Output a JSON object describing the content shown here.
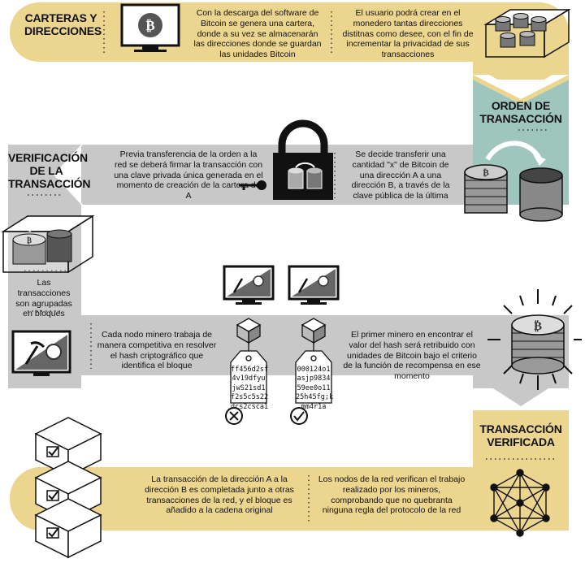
{
  "colors": {
    "yellow": "#ecd58f",
    "grey": "#c8c8c8",
    "teal": "#9ec6bd",
    "dark": "#1a1a1a"
  },
  "step1": {
    "title": "CARTERAS Y DIRECCIONES",
    "text_a": "Con la descarga del software de Bitcoin se genera una cartera, donde a su vez se almacenarán las direcciones donde se guardan las unidades Bitcoin",
    "text_b": "El usuario podrá crear en el monedero tantas direcciones distitnas como desee, con el fin de incrementar la privacidad de sus transacciones"
  },
  "step2": {
    "title": "ORDEN DE TRANSACCIÓN",
    "text_a": "Se decide transferir una cantidad \"x\" de Bitcoin de una dirección A a una dirección B, a través de la clave pública de la última",
    "text_b": "Previa transferencia de la orden a la red se deberá firmar la transacción con una clave privada única generada en el momento de creación de la cartera de A"
  },
  "step3": {
    "title": "VERIFICACIÓN DE LA TRANSACCIÓN",
    "text_a": "Las transacciones son agrupadas en bloques"
  },
  "step4": {
    "text_a": "Cada nodo minero trabaja de manera competitiva en resolver el hash criptográfico que identifica el bloque",
    "text_b": "El primer minero en encontrar el valor del hash será retribuido con unidades de Bitcoin bajo el criterio de la función de recompensa en ese momento",
    "hash_fail": [
      "ff456d2sf",
      "4v19dfyu",
      "jwS21sd1",
      "f2s5c5s22",
      "dcs2csca1"
    ],
    "hash_ok": [
      "000124o1",
      "asjp9834",
      "59ee0o11",
      "25h45fg;k",
      "mm4r1a"
    ]
  },
  "step5": {
    "title": "TRANSACCIÓN VERIFICADA",
    "text_a": "Los nodos de la red verifican el trabajo realizado por los mineros, comprobando que no quebranta ninguna regla del protocolo de la red",
    "text_b": "La transacción de la dirección A a la dirección B es completada junto a otras transacciones de la red, y el bloque es añadido a la cadena original"
  }
}
